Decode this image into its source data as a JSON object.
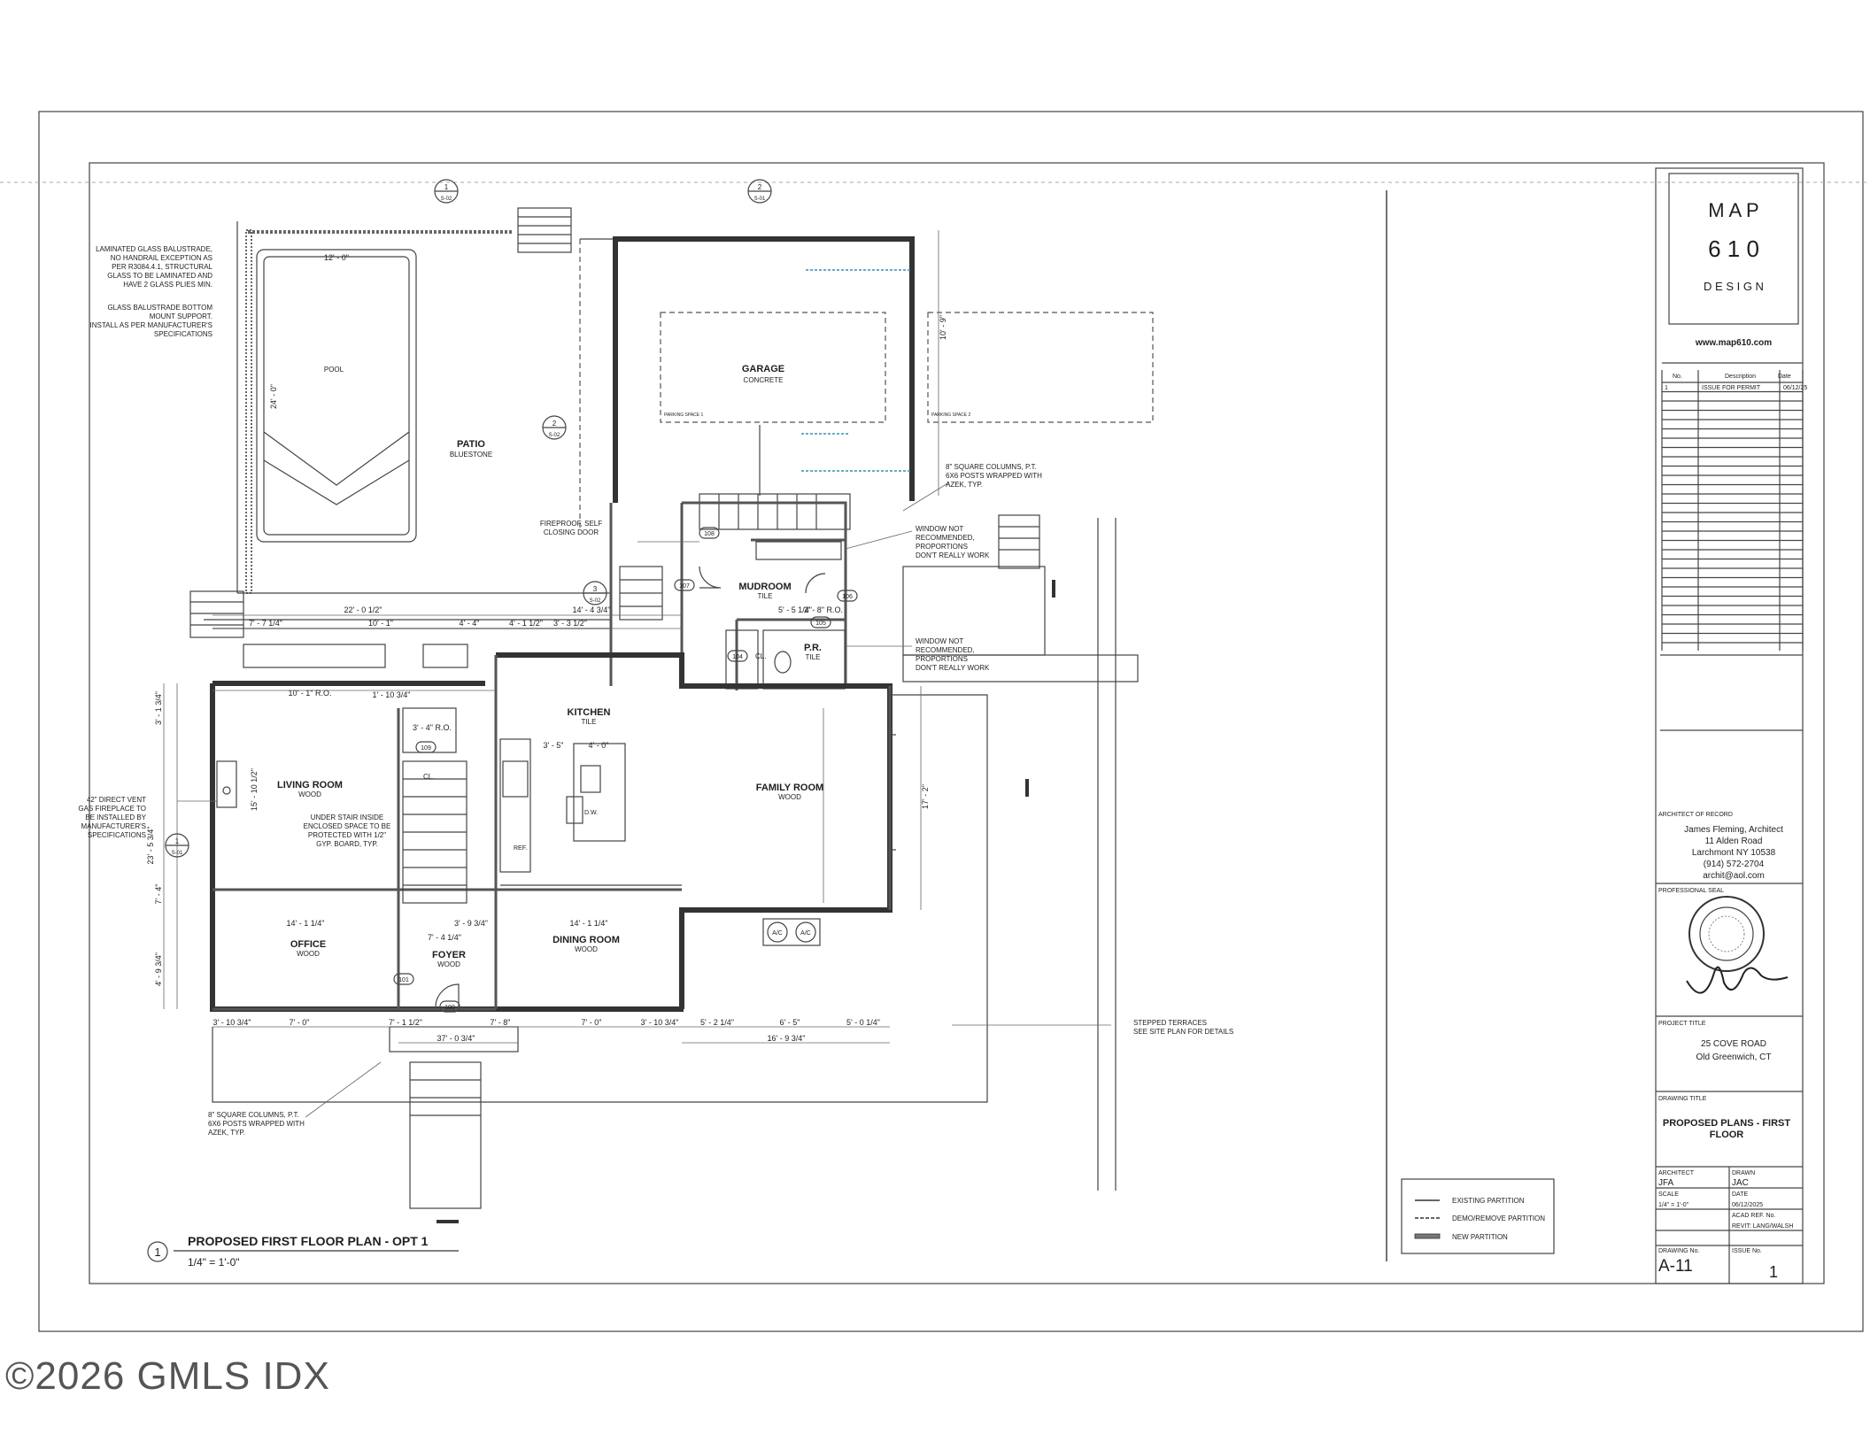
{
  "sheet": {
    "firm": {
      "line1": "M A P",
      "line2": "6 1 0",
      "line3": "D E S I G N",
      "website": "www.map610.com"
    },
    "revisions": {
      "headers": [
        "No.",
        "Description",
        "Date"
      ],
      "rows": [
        [
          "1",
          "ISSUE FOR PERMIT",
          "06/12/25"
        ]
      ]
    },
    "architect_of_record": {
      "label": "ARCHITECT OF RECORD",
      "lines": [
        "James Fleming, Architect",
        "11 Alden Road",
        "Larchmont NY 10538",
        "(914) 572-2704",
        "archit@aol.com"
      ]
    },
    "seal": {
      "label": "PROFESSIONAL SEAL"
    },
    "project": {
      "label": "PROJECT TITLE",
      "lines": [
        "25 COVE ROAD",
        "Old Greenwich, CT"
      ]
    },
    "drawing": {
      "label": "DRAWING TITLE",
      "title_line1": "PROPOSED PLANS - FIRST",
      "title_line2": "FLOOR"
    },
    "info": {
      "architect_label": "ARCHITECT",
      "architect": "JFA",
      "drawn_label": "DRAWN",
      "drawn": "JAC",
      "scale_label": "SCALE",
      "scale": "1/4\" = 1'-0\"",
      "date_label": "DATE",
      "date": "06/12/2025",
      "acad_label": "ACAD REF. No.",
      "acad": "REVIT: LANG/WALSH",
      "drawing_no_label": "DRAWING No.",
      "drawing_no": "A-11",
      "issue_label": "ISSUE No.",
      "issue": "1"
    },
    "legend": [
      "EXISTING PARTITION",
      "DEMO/REMOVE PARTITION",
      "NEW PARTITION"
    ]
  },
  "plan": {
    "title": "PROPOSED FIRST FLOOR PLAN - OPT 1",
    "title_number": "1",
    "scale": "1/4\" = 1'-0\"",
    "rooms": {
      "pool": "POOL",
      "patio": "PATIO",
      "patio_sub": "BLUESTONE",
      "garage": "GARAGE",
      "garage_sub": "CONCRETE",
      "mudroom": "MUDROOM",
      "mudroom_sub": "TILE",
      "kitchen": "KITCHEN",
      "kitchen_sub": "TILE",
      "family": "FAMILY ROOM",
      "family_sub": "WOOD",
      "living": "LIVING ROOM",
      "living_sub": "WOOD",
      "office": "OFFICE",
      "office_sub": "WOOD",
      "foyer": "FOYER",
      "foyer_sub": "WOOD",
      "dining": "DINING ROOM",
      "dining_sub": "WOOD",
      "pr": "P.R.",
      "pr_sub": "TILE"
    },
    "notes": {
      "glass_1": [
        "LAMINATED GLASS BALUSTRADE,",
        "NO HANDRAIL EXCEPTION AS",
        "PER R3084.4.1, STRUCTURAL",
        "GLASS TO BE LAMINATED AND",
        "HAVE 2 GLASS PLIES MIN."
      ],
      "glass_2": [
        "GLASS BALUSTRADE BOTTOM",
        "MOUNT SUPPORT.",
        "INSTALL AS PER MANUFACTURER'S",
        "SPECIFICATIONS"
      ],
      "fireplace": [
        "42\" DIRECT VENT",
        "GAS FIREPLACE TO",
        "BE INSTALLED BY",
        "MANUFACTURER'S",
        "SPECIFICATIONS"
      ],
      "stair": [
        "UNDER STAIR INSIDE",
        "ENCLOSED SPACE TO BE",
        "PROTECTED WITH 1/2\"",
        "GYP. BOARD, TYP."
      ],
      "fireproof": [
        "FIREPROOF, SELF",
        "CLOSING DOOR"
      ],
      "columns_top": [
        "8\" SQUARE COLUMNS, P.T.",
        "6X6 POSTS WRAPPED WITH",
        "AZEK, TYP."
      ],
      "window_1": [
        "WINDOW NOT",
        "RECOMMENDED,",
        "PROPORTIONS",
        "DON'T REALLY WORK"
      ],
      "window_2": [
        "WINDOW NOT",
        "RECOMMENDED,",
        "PROPORTIONS",
        "DON'T REALLY WORK"
      ],
      "terraces": [
        "STEPPED TERRACES",
        "SEE SITE PLAN FOR DETAILS"
      ],
      "columns_bottom": [
        "8\" SQUARE COLUMNS, P.T.",
        "6X6 POSTS WRAPPED WITH",
        "AZEK, TYP."
      ],
      "parking_1": "PARKING SPACE 1",
      "parking_2": "PARKING SPACE 2",
      "cl_1": "CL.",
      "cl_2": "CL.",
      "ref": "REF.",
      "dw": "D.W.",
      "ac_1": "A/C",
      "ac_2": "A/C"
    },
    "section_markers": [
      {
        "num": "1",
        "sheet": "S-02"
      },
      {
        "num": "2",
        "sheet": "S-01"
      },
      {
        "num": "2",
        "sheet": "S-02"
      },
      {
        "num": "3",
        "sheet": "S-02"
      },
      {
        "num": "1",
        "sheet": "S-01"
      }
    ],
    "door_tags": [
      "108",
      "107",
      "106",
      "105",
      "104",
      "109",
      "101",
      "100"
    ],
    "dims": {
      "pool_w": "12' - 0\"",
      "pool_l": "24' - 0\"",
      "garage_r": "10' - 9\"",
      "patio_w": "22' - 0 1/2\"",
      "patio_a": "7' - 7 1/4\"",
      "patio_b": "10' - 1\"",
      "patio_c": "4' - 4\"",
      "patio_d": "4' - 1 1/2\"",
      "patio_e": "3' - 3 1/2\"",
      "mud_w": "14' - 4 3/4\"",
      "mud_a": "5' - 5 1/4\"",
      "mud_b": "2' - 8\" R.O.",
      "liv_top": "10' - 1\" R.O.",
      "liv_a": "1' - 10 3/4\"",
      "liv_b": "3' - 4\" R.O.",
      "kit_a": "3' - 5\"",
      "kit_b": "4' - 0\"",
      "fam_a": "17' - 2\"",
      "liv_h": "15' - 10 1/2\"",
      "off_w": "14' - 1 1/4\"",
      "din_w": "14' - 1 1/4\"",
      "foy_w": "7' - 4 1/4\"",
      "foy_b": "3' - 9 3/4\"",
      "bot_a": "3' - 10 3/4\"",
      "bot_b": "7' - 0\"",
      "bot_c": "7' - 1 1/2\"",
      "bot_d": "7' - 8\"",
      "bot_e": "7' - 0\"",
      "bot_f": "3' - 10 3/4\"",
      "bot_g": "5' - 2 1/4\"",
      "bot_h": "6' - 5\"",
      "bot_i": "5' - 0 1/4\"",
      "bot_total": "37' - 0 3/4\"",
      "bot_fam": "16' - 9 3/4\"",
      "left_a": "7' - 4\"",
      "left_b": "4' - 9 3/4\"",
      "left_c": "23' - 5 3/4\"",
      "left_d": "3' - 1 3/4\""
    }
  },
  "copyright": "©2026 GMLS IDX"
}
